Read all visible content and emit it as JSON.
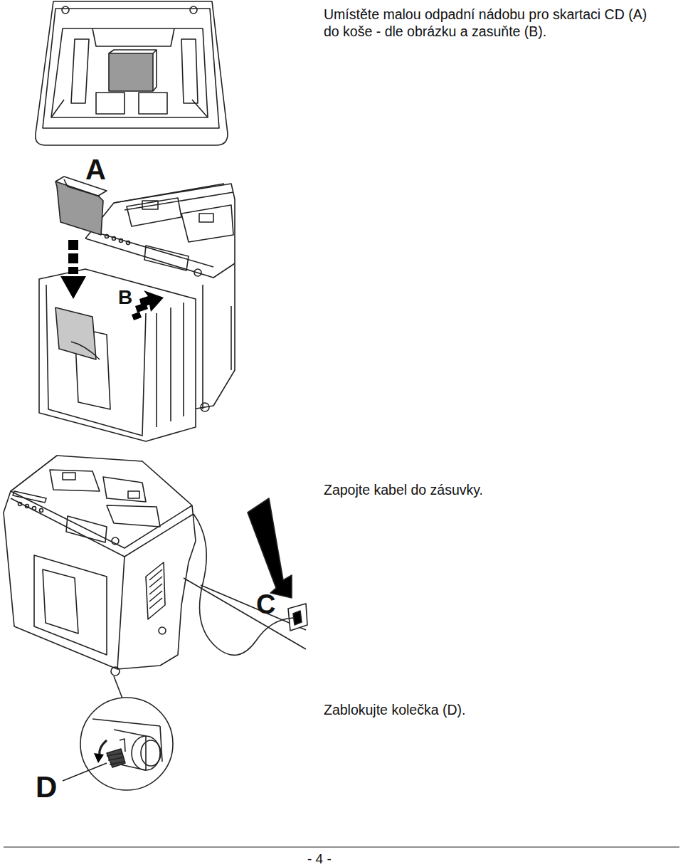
{
  "diagram": {
    "labels": [
      "Umístěte malou odpadní nádobu pro skartaci CD (A) do koše - dle obrázku a zasuňte (B).",
      "A",
      "B",
      "Zapojte kabel do zásuvky.",
      "C",
      "Zablokujte kolečka (D).",
      "D",
      "- 4 -"
    ]
  }
}
